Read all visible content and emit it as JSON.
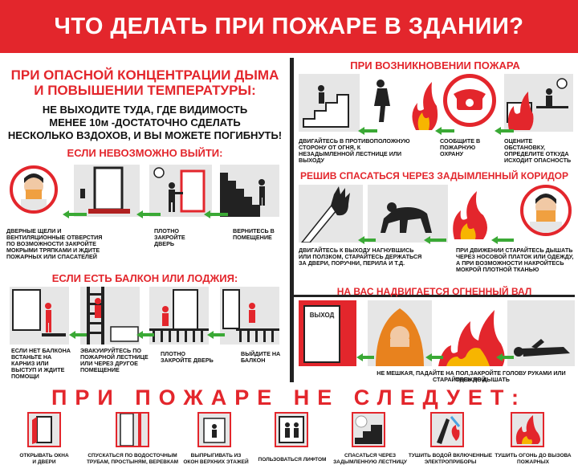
{
  "title": "ЧТО ДЕЛАТЬ ПРИ ПОЖАРЕ В ЗДАНИИ?",
  "left": {
    "smoke_heading_1": "ПРИ ОПАСНОЙ КОНЦЕНТРАЦИИ ДЫМА",
    "smoke_heading_2": "И ПОВЫШЕНИИ ТЕМПЕРАТУРЫ:",
    "smoke_text_1": "НЕ ВЫХОДИТЕ ТУДА, ГДЕ ВИДИМОСТЬ",
    "smoke_text_2": "МЕНЕЕ 10м -ДОСТАТОЧНО СДЕЛАТЬ",
    "smoke_text_3": "НЕСКОЛЬКО ВЗДОХОВ, И ВЫ МОЖЕТЕ ПОГИБНУТЬ!",
    "cannot_exit_heading": "ЕСЛИ НЕВОЗМОЖНО ВЫЙТИ:",
    "cannot_exit_captions": [
      "ДВЕРНЫЕ ЩЕЛИ И ВЕНТИЛЯЦИОННЫЕ ОТВЕРСТИЯ ПО ВОЗМОЖНОСТИ ЗАКРОЙТЕ МОКРЫМИ ТРЯПКАМИ И ЖДИТЕ ПОЖАРНЫХ ИЛИ СПАСАТЕЛЕЙ",
      "ПЛОТНО ЗАКРОЙТЕ ДВЕРЬ",
      "ВЕРНИТЕСЬ В ПОМЕЩЕНИЕ"
    ],
    "balcony_heading": "ЕСЛИ ЕСТЬ БАЛКОН ИЛИ ЛОДЖИЯ:",
    "balcony_captions": [
      "ЕСЛИ НЕТ БАЛКОНА ВСТАНЬТЕ НА КАРНИЗ ИЛИ ВЫСТУП И ЖДИТЕ ПОМОЩИ",
      "ЭВАКУИРУЙТЕСЬ ПО ПОЖАРНОЙ ЛЕСТНИЦЕ ИЛИ ЧЕРЕЗ ДРУГОЕ ПОМЕЩЕНИЕ",
      "ПЛОТНО ЗАКРОЙТЕ ДВЕРЬ",
      "ВЫЙДИТЕ НА БАЛКОН"
    ]
  },
  "right": {
    "fire_start_heading": "ПРИ ВОЗНИКНОВЕНИИ ПОЖАРА",
    "fire_start_captions": [
      "ДВИГАЙТЕСЬ В ПРОТИВОПОЛОЖНУЮ СТОРОНУ ОТ ОГНЯ, К НЕЗАДЫМЛЕННОЙ ЛЕСТНИЦЕ ИЛИ ВЫХОДУ",
      "СООБЩИТЕ В ПОЖАРНУЮ ОХРАНУ",
      "ОЦЕНИТЕ ОБСТАНОВКУ, ОПРЕДЕЛИТЕ ОТКУДА ИСХОДИТ ОПАСНОСТЬ"
    ],
    "corridor_heading": "РЕШИВ СПАСАТЬСЯ ЧЕРЕЗ ЗАДЫМЛЕННЫЙ КОРИДОР",
    "corridor_captions": [
      "ДВИГАЙТЕСЬ К ВЫХОДУ НАГНУВШИСЬ ИЛИ ПОЛЗКОМ, СТАРАЙТЕСЬ ДЕРЖАТЬСЯ ЗА ДВЕРИ, ПОРУЧНИ, ПЕРИЛА И Т.Д.",
      "ПРИ ДВИЖЕНИИ СТАРАЙТЕСЬ ДЫШАТЬ ЧЕРЕЗ НОСОВОЙ ПЛАТОК ИЛИ ОДЕЖДУ, А ПРИ ВОЗМОЖНОСТИ НАКРОЙТЕСЬ МОКРОЙ ПЛОТНОЙ ТКАНЬЮ"
    ],
    "fire_wave_heading": "НА ВАС НАДВИГАЕТСЯ ОГНЕННЫЙ ВАЛ",
    "exit_sign": "ВЫХОД",
    "fire_wave_caption_1": "НЕ МЕШКАЯ, ПАДАЙТЕ НА ПОЛ,ЗАКРОЙТЕ ГОЛОВУ РУКАМИ ИЛИ ОДЕЖДОЙ,",
    "fire_wave_caption_2": "СТАРАЙТЕСЬ НЕ ДЫШАТЬ"
  },
  "bottom": {
    "heading": "ПРИ ПОЖАРЕ НЕ СЛЕДУЕТ:",
    "items": [
      "ОТКРЫВАТЬ ОКНА И ДВЕРИ",
      "СПУСКАТЬСЯ ПО ВОДОСТОЧНЫМ ТРУБАМ, ПРОСТЫНЯМ, ВЕРЕВКАМ",
      "ВЫПРЫГИВАТЬ ИЗ ОКОН ВЕРХНИХ ЭТАЖЕЙ",
      "ПОЛЬЗОВАТЬСЯ ЛИФТОМ",
      "СПАСАТЬСЯ ЧЕРЕЗ ЗАДЫМЛЕННУЮ ЛЕСТНИЦУ",
      "ТУШИТЬ ВОДОЙ ВКЛЮЧЕННЫЕ ЭЛЕКТРОПРИБОРЫ",
      "ТУШИТЬ ОГОНЬ ДО ВЫЗОВА ПОЖАРНЫХ"
    ]
  },
  "colors": {
    "accent": "#e3262c",
    "arrow": "#3aa935",
    "panel": "#e6e6e6",
    "ink": "#222222"
  }
}
